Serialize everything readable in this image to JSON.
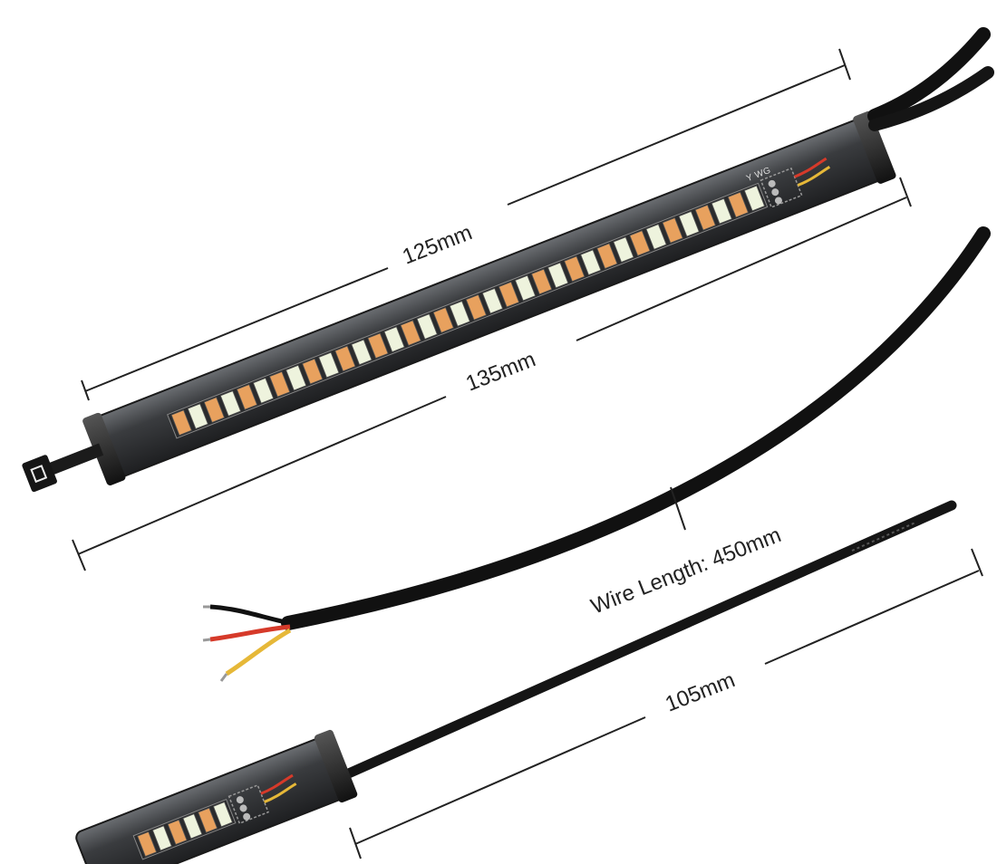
{
  "dimensions": {
    "top_length": "125mm",
    "overall_length": "135mm",
    "wire_length": "Wire Length: 450mm",
    "tie_length": "105mm"
  },
  "strip_labels": [
    "Y",
    "W",
    "G"
  ],
  "colors": {
    "background": "#ffffff",
    "housing": "#2f3133",
    "housing_edge": "#5a5c5f",
    "cable": "#111111",
    "led_amber": "#e8a15e",
    "led_white": "#eef3dd",
    "wire_red": "#d63a2a",
    "wire_yellow": "#e6b838",
    "dimension_line": "#222222"
  },
  "led_count": 36
}
